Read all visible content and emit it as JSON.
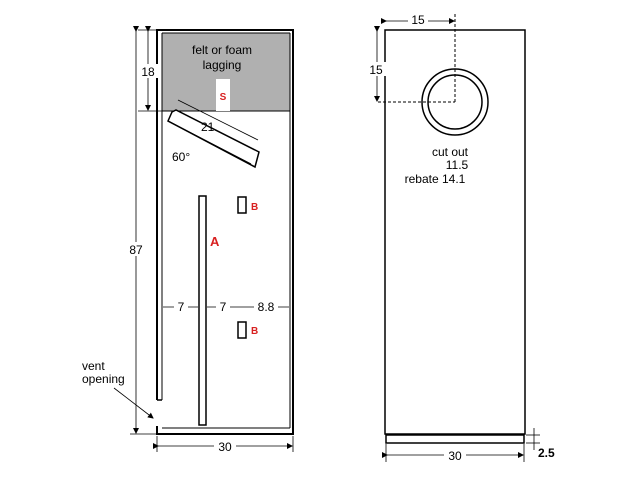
{
  "left_panel": {
    "lagging_label_line1": "felt or foam",
    "lagging_label_line2": "lagging",
    "marker_s": "S",
    "marker_a": "A",
    "marker_b_top": "B",
    "marker_b_bottom": "B",
    "dim_top_height": "18",
    "dim_total_height": "87",
    "dim_deflector_length": "21.",
    "deflector_angle": "60°",
    "dim_gap_left": "7",
    "dim_gap_middle": "7",
    "dim_gap_right": "8.8",
    "dim_width": "30",
    "vent_label_line1": "vent",
    "vent_label_line2": "opening"
  },
  "right_panel": {
    "dim_hole_x": "15",
    "dim_hole_y": "15",
    "cutout_label": "cut out",
    "cutout_value": "11.5",
    "rebate_label": "rebate 14.1",
    "dim_width": "30",
    "dim_plinth_height": "2.5"
  },
  "colors": {
    "lagging_fill": "#b0b0b0",
    "marker_red": "#d82020",
    "line": "#000000"
  }
}
